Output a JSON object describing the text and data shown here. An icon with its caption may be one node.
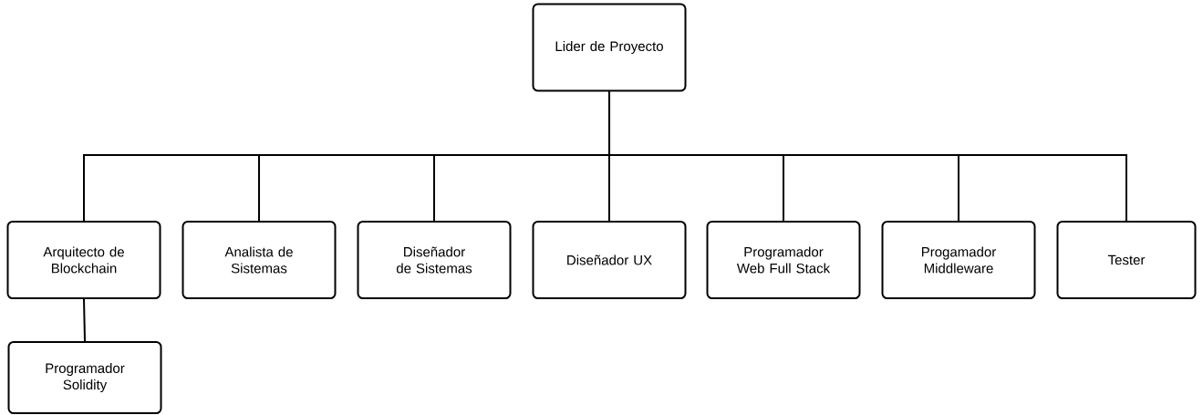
{
  "diagram": {
    "nodes": [
      {
        "text": [
          "Lider de Proyecto"
        ]
      },
      {
        "text": [
          "Arquitecto de Blockchain"
        ]
      },
      {
        "text": [
          "Analista de Sistemas"
        ]
      },
      {
        "text": [
          "Diseñador de Sistemas"
        ]
      },
      {
        "text": [
          "Diseñador UX"
        ]
      },
      {
        "text": [
          "Programador Web Full Stack"
        ]
      },
      {
        "text": [
          "Progamador Middleware"
        ]
      },
      {
        "text": [
          "Tester"
        ]
      },
      {
        "text": [
          "Programador Solidity"
        ]
      }
    ],
    "edges": [
      {
        "from": 0,
        "to": 1,
        "arrow": "none"
      },
      {
        "from": 0,
        "to": 2,
        "arrow": "none"
      },
      {
        "from": 0,
        "to": 3,
        "arrow": "none"
      },
      {
        "from": 0,
        "to": 4,
        "arrow": "none"
      },
      {
        "from": 0,
        "to": 5,
        "arrow": "none"
      },
      {
        "from": 0,
        "to": 6,
        "arrow": "none"
      },
      {
        "from": 0,
        "to": 7,
        "arrow": "none"
      },
      {
        "from": 1,
        "to": 8,
        "arrow": "none"
      }
    ]
  }
}
